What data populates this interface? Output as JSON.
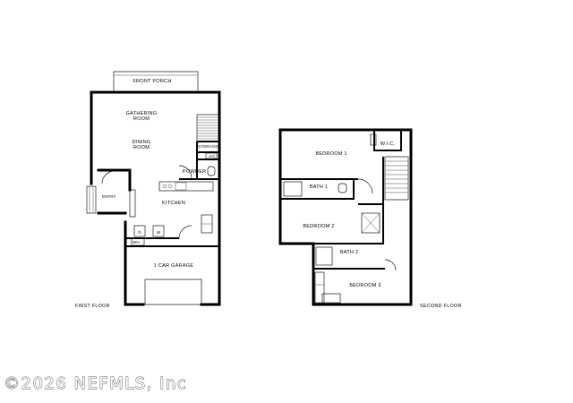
{
  "first_floor": {
    "caption": "FIRST FLOOR",
    "rooms": {
      "front_porch": "FRONT PORCH",
      "gathering_room_1": "GATHERING",
      "gathering_room_2": "ROOM",
      "dining_room_1": "DINING",
      "dining_room_2": "ROOM",
      "storage": "STORAGE",
      "ac": "A/C",
      "powder": "POWDER",
      "entry": "ENTRY",
      "kitchen": "KITCHEN",
      "dryer": "D",
      "washer": "W",
      "water_heater": "WH",
      "garage": "1 CAR GARAGE"
    }
  },
  "second_floor": {
    "caption": "SECOND FLOOR",
    "rooms": {
      "bedroom_1": "BEDROOM 1",
      "wic": "W.I.C.",
      "bath_1": "BATH 1",
      "bedroom_2": "BEDROOM 2",
      "bath_2": "BATH 2",
      "bedroom_3": "BEDROOM 3"
    }
  },
  "watermark": "©2026 NEFMLS, Inc"
}
